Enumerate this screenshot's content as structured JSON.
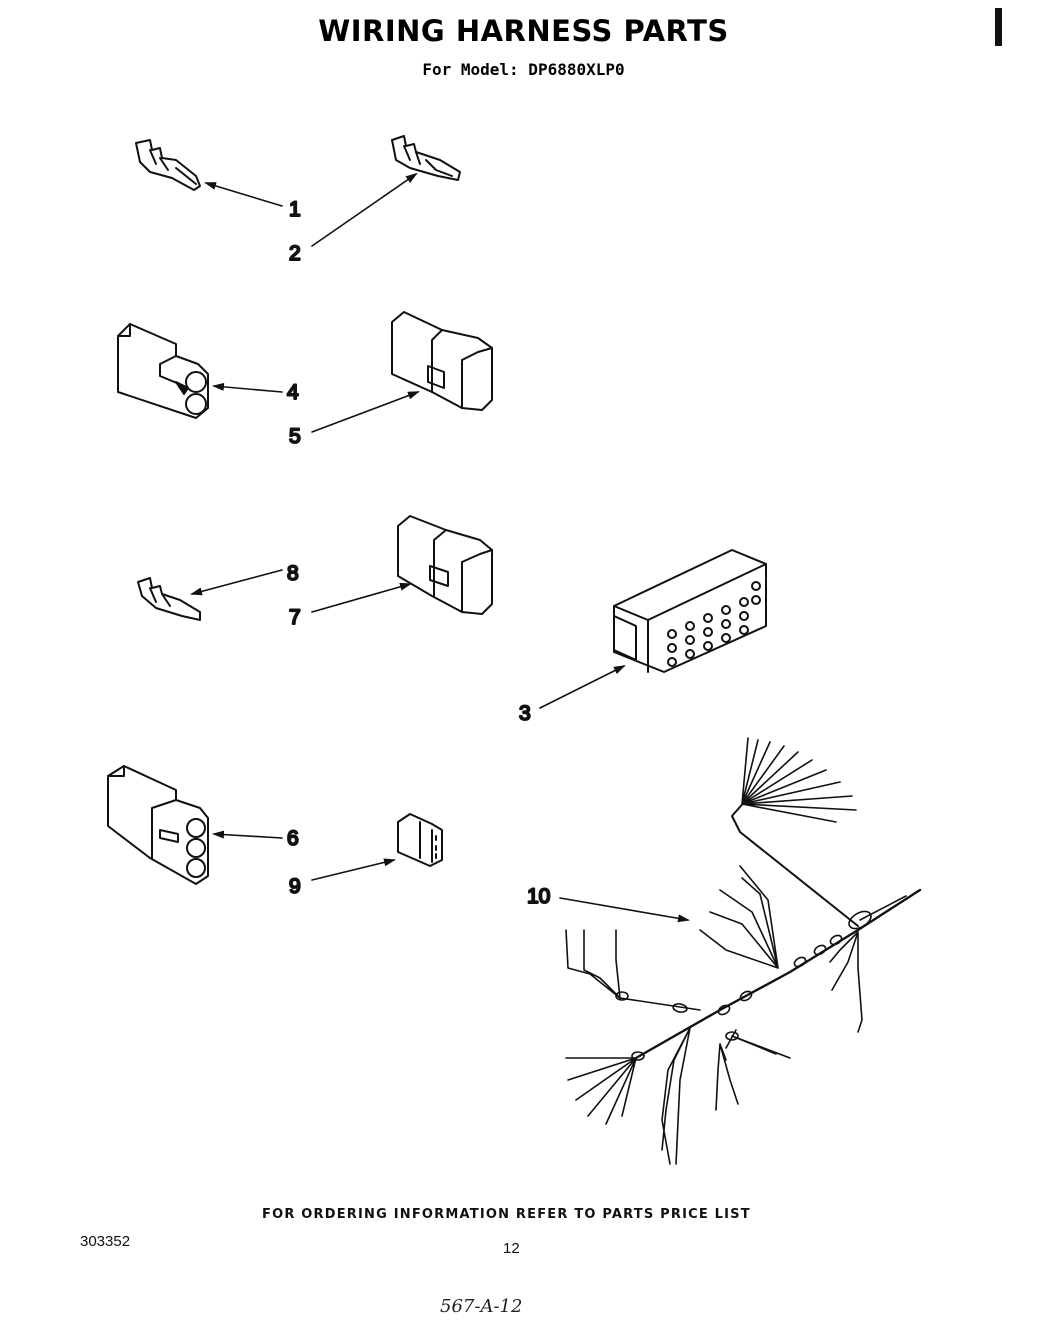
{
  "header": {
    "title": "WIRING HARNESS PARTS",
    "subtitle": "For Model: DP6880XLP0"
  },
  "callouts": [
    {
      "id": "label-1",
      "text": "1"
    },
    {
      "id": "label-2",
      "text": "2"
    },
    {
      "id": "label-3",
      "text": "3"
    },
    {
      "id": "label-4",
      "text": "4"
    },
    {
      "id": "label-5",
      "text": "5"
    },
    {
      "id": "label-6",
      "text": "6"
    },
    {
      "id": "label-7",
      "text": "7"
    },
    {
      "id": "label-8",
      "text": "8"
    },
    {
      "id": "label-9",
      "text": "9"
    },
    {
      "id": "label-10",
      "text": "10"
    }
  ],
  "footer": {
    "ordering_note": "FOR ORDERING INFORMATION REFER TO PARTS PRICE LIST",
    "doc_number": "303352",
    "page_number": "12",
    "handwritten_code": "567-A-12"
  }
}
